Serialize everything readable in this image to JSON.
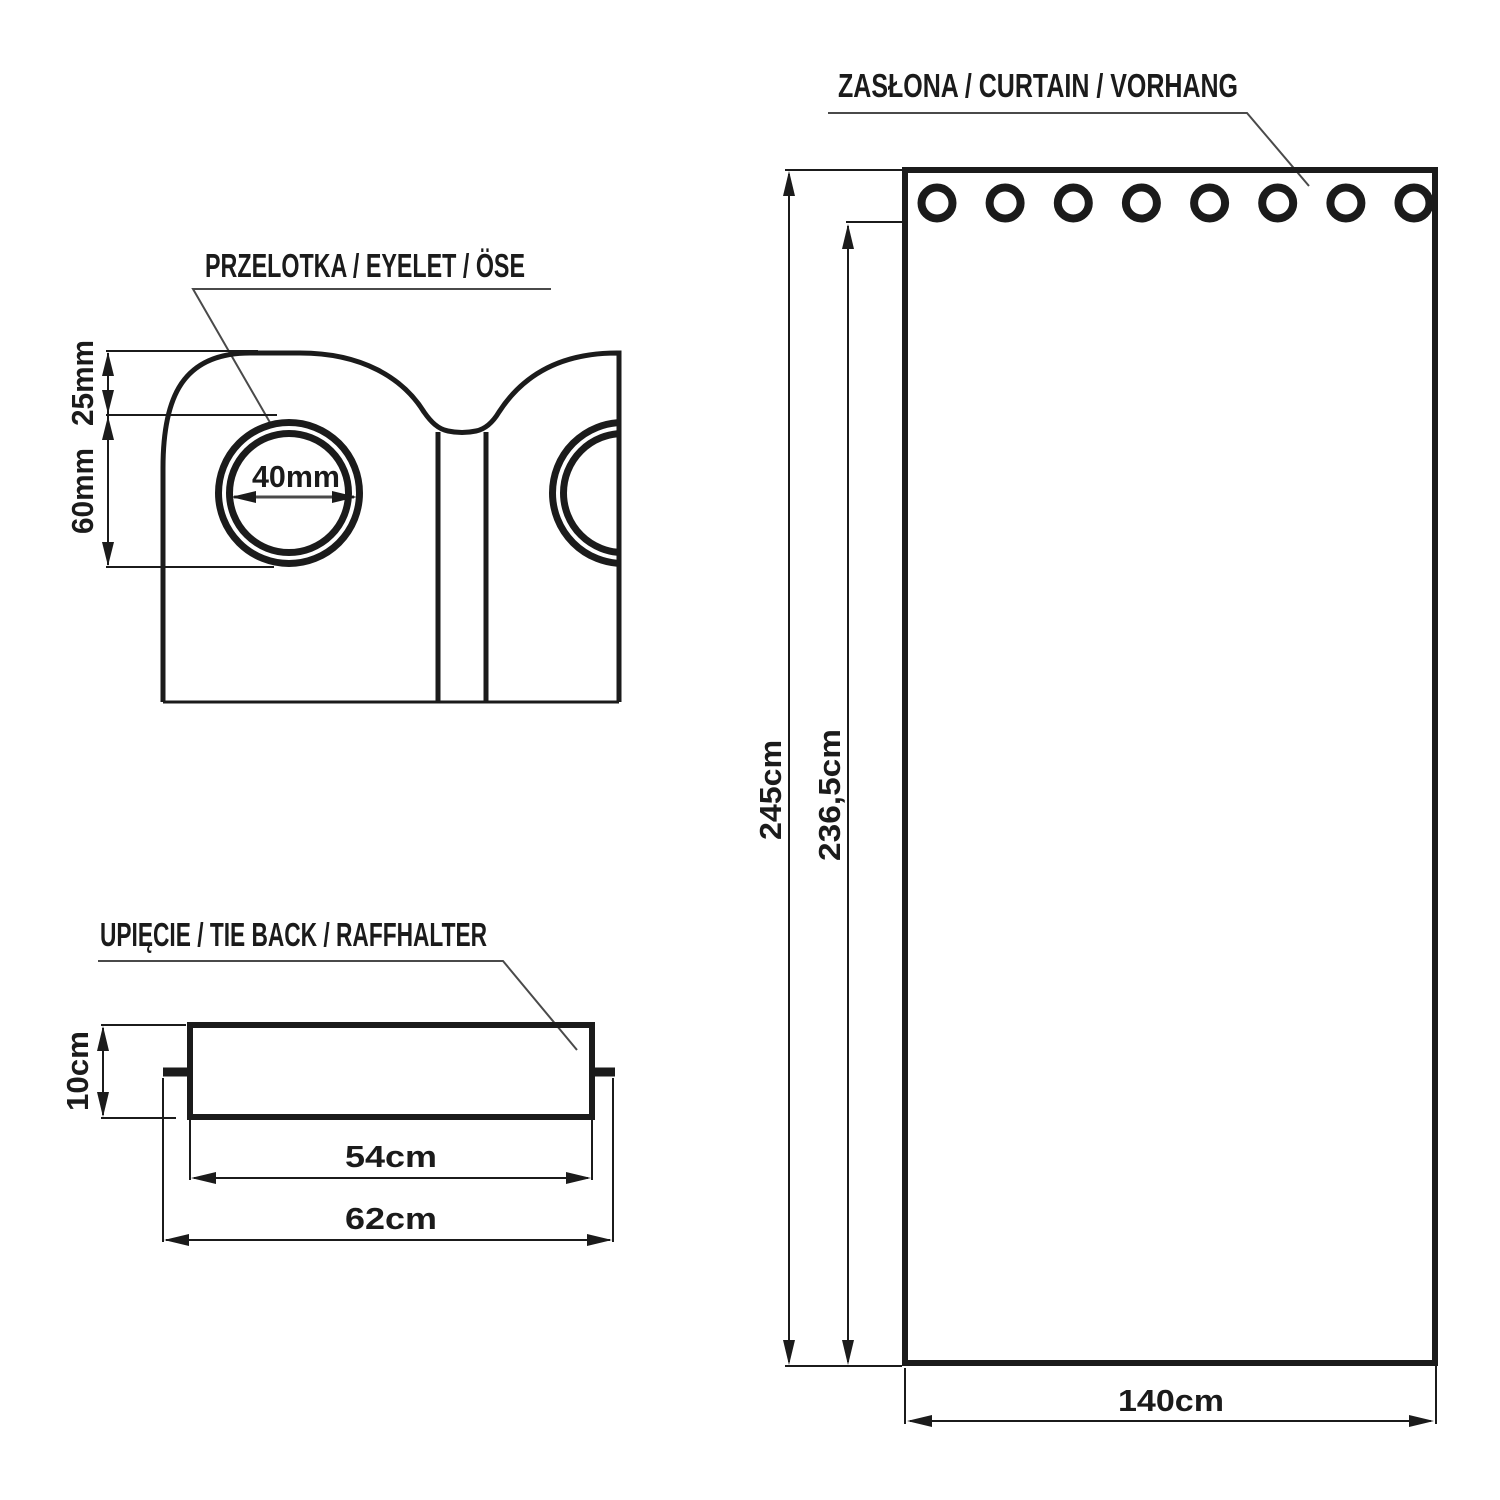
{
  "diagram": {
    "background": "#ffffff",
    "line_color": "#1b1b1b",
    "leader_color": "#4a4a4a",
    "curtain": {
      "label": "ZASŁONA / CURTAIN / VORHANG",
      "eyelet_count": 8,
      "dims": {
        "total_height": "245cm",
        "height_below_eyelets": "236,5cm",
        "width": "140cm"
      }
    },
    "eyelet_detail": {
      "label": "PRZELOTKA / EYELET / ÖSE",
      "dims": {
        "top_to_eyelet_center_band": "25mm",
        "eyelet_outer_height": "60mm",
        "inner_diameter": "40mm"
      }
    },
    "tieback_detail": {
      "label": "UPIĘCIE / TIE BACK / RAFFHALTER",
      "dims": {
        "height": "10cm",
        "inner_width": "54cm",
        "outer_width": "62cm"
      }
    }
  }
}
